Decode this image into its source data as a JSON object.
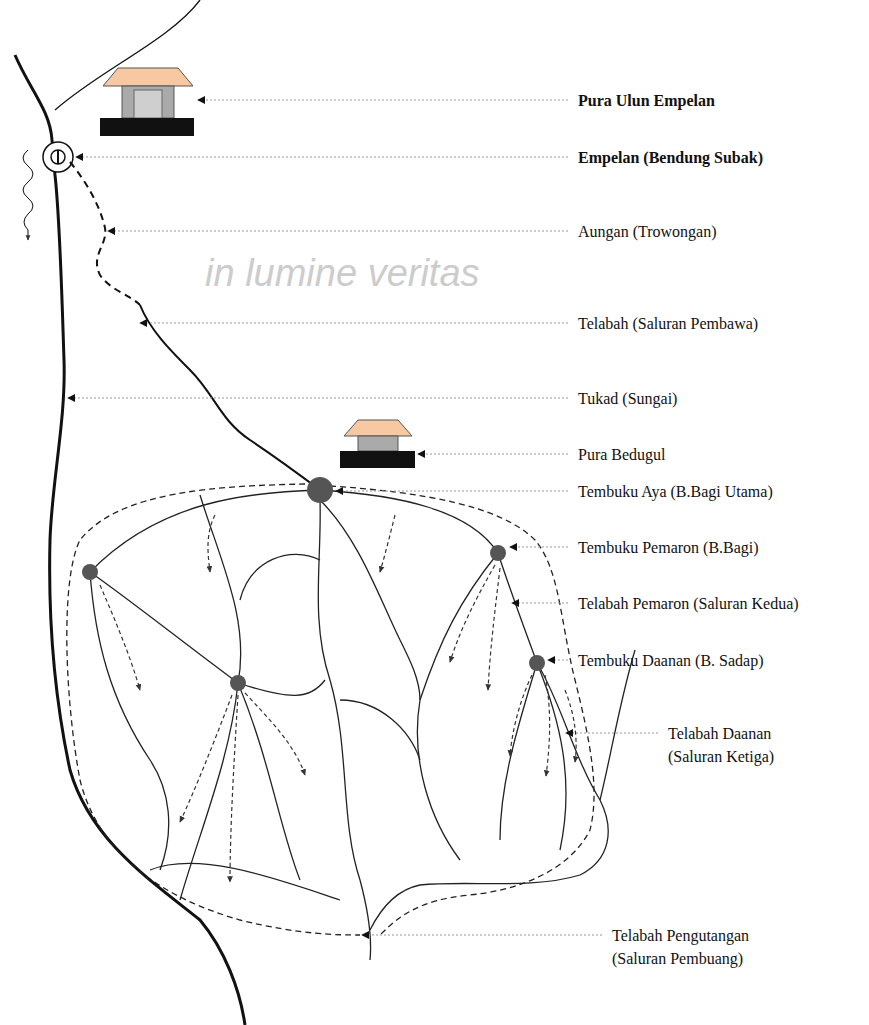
{
  "diagram": {
    "labels": [
      "Pura Ulun Empelan",
      "Empelan (Bendung Subak)",
      "Aungan (Trowongan)",
      "Telabah (Saluran Pembawa)",
      "Tukad (Sungai)",
      "Pura Bedugul",
      "Tembuku Aya (B.Bagi Utama)",
      "Tembuku Pemaron (B.Bagi)",
      "Telabah Pemaron (Saluran Kedua)",
      "Tembuku Daanan (B. Sadap)",
      "Telabah Daanan (Saluran Ketiga)",
      "Telabah Pengutangan (Saluran Pembuang)",
      "in lumine veritas"
    ]
  }
}
